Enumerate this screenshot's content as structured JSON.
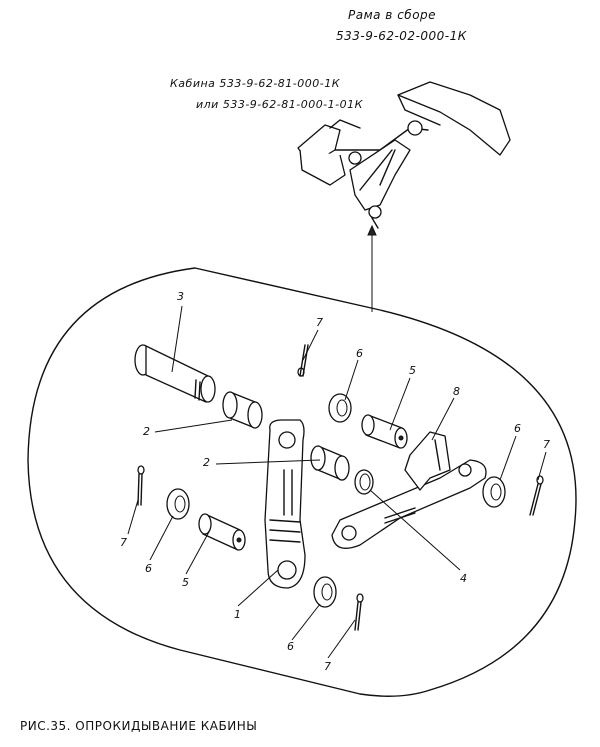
{
  "labels": {
    "frame_title": "Рама в сборе",
    "frame_code": "533-9-62-02-000-1К",
    "cab_line1": "Кабина  533-9-62-81-000-1К",
    "cab_line2": "или  533-9-62-81-000-1-01К"
  },
  "callouts": {
    "pin_3": "3",
    "cotter_7_top": "7",
    "washer_6_top": "6",
    "pin_5_top": "5",
    "bracket_8": "8",
    "bushing_2_upper": "2",
    "bushing_2_lower": "2",
    "washer_6_right": "6",
    "cotter_7_right": "7",
    "cotter_7_left": "7",
    "washer_6_left": "6",
    "pin_5_bottom": "5",
    "ring_4": "4",
    "link_1": "1",
    "washer_6_bottom": "6",
    "cotter_7_bottom": "7"
  },
  "caption": "РИС.35. ОПРОКИДЫВАНИЕ    КАБИНЫ"
}
